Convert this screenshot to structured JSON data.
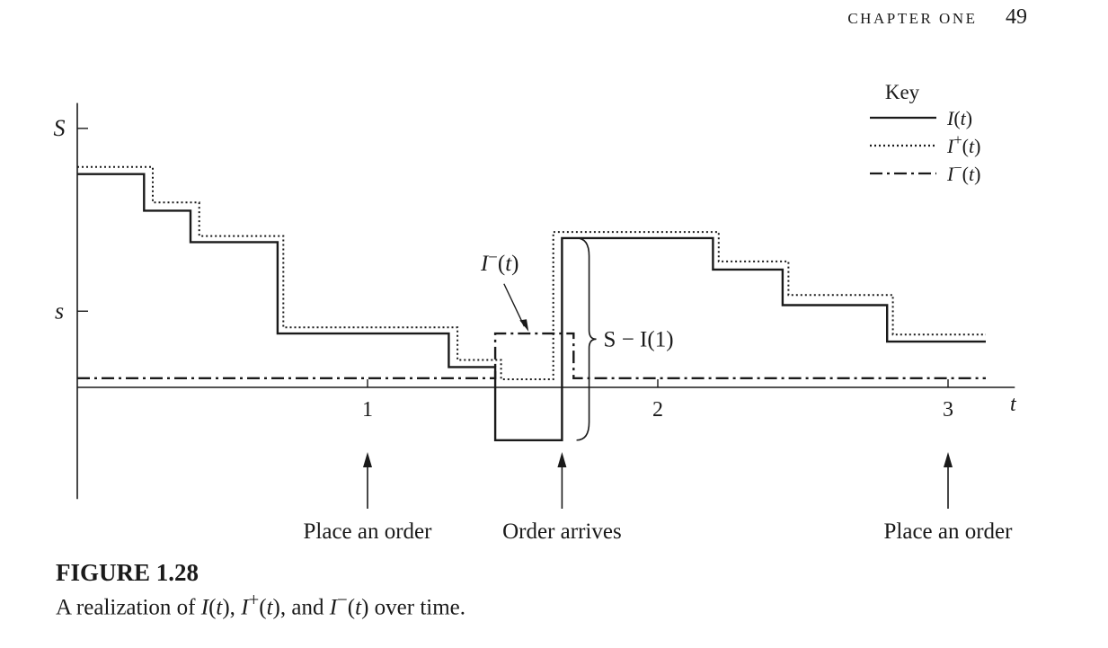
{
  "header": {
    "chapter": "CHAPTER ONE",
    "page_number": "49"
  },
  "caption": {
    "label": "FIGURE 1.28",
    "text_parts": [
      "A realization of ",
      "I",
      "(",
      "t",
      "), ",
      "I",
      "+",
      "(",
      "t",
      "), and ",
      "I",
      "−",
      "(",
      "t",
      ") over time."
    ]
  },
  "chart_data": {
    "type": "line",
    "xlabel": "t",
    "x_ticks": [
      "1",
      "2",
      "3"
    ],
    "y_ticks": [
      "S",
      "s"
    ],
    "xlim": [
      0,
      3.2
    ],
    "ylim": [
      -0.6,
      3.0
    ],
    "level_values": {
      "S": 2.55,
      "s": 0.75
    },
    "legend": {
      "title": "Key",
      "placement": "top-right",
      "entries": [
        {
          "label": "I(t)",
          "style": "solid"
        },
        {
          "label": "I+(t)",
          "style": "dotted"
        },
        {
          "label": "I−(t)",
          "style": "dash-dot"
        }
      ]
    },
    "series": [
      {
        "name": "I(t)",
        "style": "solid",
        "points": [
          [
            0,
            2.1
          ],
          [
            0.23,
            2.1
          ],
          [
            0.23,
            1.74
          ],
          [
            0.39,
            1.74
          ],
          [
            0.39,
            1.43
          ],
          [
            0.69,
            1.43
          ],
          [
            0.69,
            0.53
          ],
          [
            1.28,
            0.53
          ],
          [
            1.28,
            0.2
          ],
          [
            1.44,
            0.2
          ],
          [
            1.44,
            -0.52
          ],
          [
            1.67,
            -0.52
          ],
          [
            1.67,
            1.47
          ],
          [
            2.19,
            1.47
          ],
          [
            2.19,
            1.16
          ],
          [
            2.43,
            1.16
          ],
          [
            2.43,
            0.81
          ],
          [
            2.79,
            0.81
          ],
          [
            2.79,
            0.45
          ],
          [
            3.13,
            0.45
          ]
        ]
      },
      {
        "name": "I+(t)",
        "style": "dotted",
        "points": [
          [
            0,
            2.17
          ],
          [
            0.26,
            2.17
          ],
          [
            0.26,
            1.82
          ],
          [
            0.42,
            1.82
          ],
          [
            0.42,
            1.49
          ],
          [
            0.71,
            1.49
          ],
          [
            0.71,
            0.59
          ],
          [
            1.31,
            0.59
          ],
          [
            1.31,
            0.27
          ],
          [
            1.46,
            0.27
          ],
          [
            1.46,
            0.08
          ],
          [
            1.64,
            0.08
          ],
          [
            1.64,
            1.53
          ],
          [
            2.21,
            1.53
          ],
          [
            2.21,
            1.24
          ],
          [
            2.45,
            1.24
          ],
          [
            2.45,
            0.91
          ],
          [
            2.81,
            0.91
          ],
          [
            2.81,
            0.52
          ],
          [
            3.13,
            0.52
          ]
        ]
      },
      {
        "name": "I−(t)",
        "style": "dash-dot",
        "points": [
          [
            0,
            0.09
          ],
          [
            1.44,
            0.09
          ],
          [
            1.44,
            0.53
          ],
          [
            1.71,
            0.53
          ],
          [
            1.71,
            0.09
          ],
          [
            3.13,
            0.09
          ]
        ]
      }
    ],
    "annotations": {
      "curve_label": "I−(t)",
      "brace_label": "S − I(1)",
      "events": [
        {
          "x": 1.0,
          "label": "Place an order"
        },
        {
          "x": 1.67,
          "label": "Order arrives"
        },
        {
          "x": 3.0,
          "label": "Place an order"
        }
      ]
    }
  }
}
